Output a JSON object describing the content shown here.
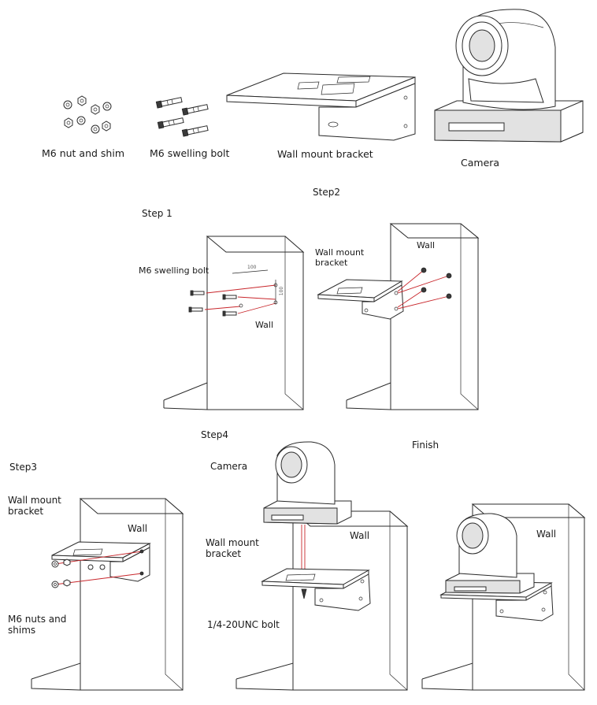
{
  "parts": {
    "nut": "M6 nut and shim",
    "bolt": "M6 swelling bolt",
    "bracket": "Wall mount bracket",
    "camera": "Camera"
  },
  "step1": {
    "title": "Step 1",
    "bolt_label": "M6 swelling bolt",
    "wall": "Wall",
    "dim_h": "100",
    "dim_v": "100"
  },
  "step2": {
    "title": "Step2",
    "bracket_label_1": "Wall mount",
    "bracket_label_2": "bracket",
    "wall": "Wall"
  },
  "step3": {
    "title": "Step3",
    "bracket_label_1": "Wall mount",
    "bracket_label_2": "bracket",
    "wall": "Wall",
    "nuts_label_1": "M6 nuts and",
    "nuts_label_2": "shims"
  },
  "step4": {
    "title": "Step4",
    "camera_label": "Camera",
    "wall": "Wall",
    "bracket_label_1": "Wall mount",
    "bracket_label_2": "bracket",
    "bolt_label": "1/4-20UNC bolt"
  },
  "finish": {
    "title": "Finish",
    "wall": "Wall"
  }
}
